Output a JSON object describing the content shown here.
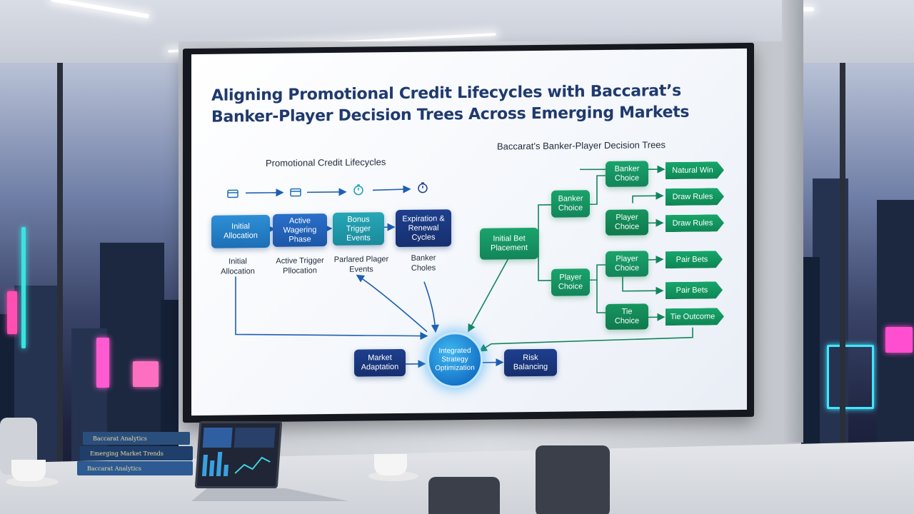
{
  "screen": {
    "title": "Aligning Promotional Credit Lifecycles with Baccarat’s Banker-Player Decision Trees Across Emerging Markets",
    "left_section": "Promotional Credit Lifecycles",
    "right_section": "Baccarat’s Banker-Player Decision Trees",
    "lifecycle_boxes": [
      {
        "label": "Initial Allocation"
      },
      {
        "label": "Active Wagering Phase"
      },
      {
        "label": "Bonus Trigger Events"
      },
      {
        "label": "Expiration & Renewal Cycles"
      }
    ],
    "lifecycle_captions": [
      {
        "label": "Initial Allocation"
      },
      {
        "label": "Active Trigger Pllocation"
      },
      {
        "label": "Parlared Plager Events"
      },
      {
        "label": "Banker Choles"
      }
    ],
    "tree": {
      "root": "Initial Bet Placement",
      "banker_choice_a": "Banker Choice",
      "banker_choice_b": "Banker Choice",
      "player_choice_a": "Player Choice",
      "player_choice_b": "Player Choice",
      "player_choice_c": "Player Choice",
      "tie_choice": "Tie Choice",
      "outcomes": [
        "Natural Win",
        "Draw Rules",
        "Draw Rules",
        "Pair Bets",
        "Pair Bets",
        "Tie Outcome"
      ]
    },
    "bottom": {
      "market": "Market Adaptation",
      "hub": "Integrated Strategy Optimization",
      "risk": "Risk Balancing"
    }
  },
  "books": [
    "Baccarat Analytics",
    "Emerging Market Trends",
    "Baccarat Analytics"
  ],
  "colors": {
    "title": "#1f3a6e",
    "lifecycle_blue": "#1d6fb6",
    "tree_green": "#12855a",
    "hub": "#1776c9"
  },
  "icons": [
    "card-icon",
    "card-icon",
    "timer-icon",
    "clock-icon"
  ]
}
